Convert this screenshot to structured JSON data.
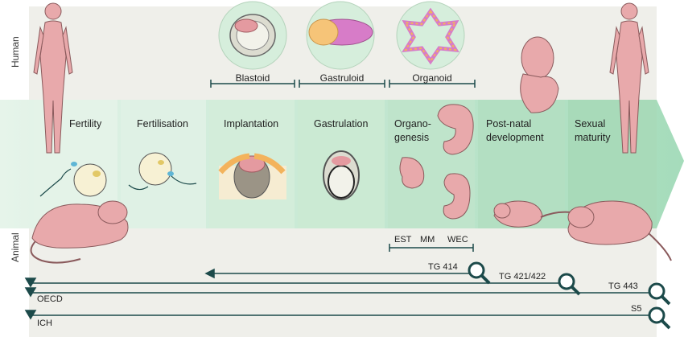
{
  "side_labels": {
    "human": "Human",
    "animal": "Animal"
  },
  "colors": {
    "background": "#efefea",
    "stage_light": "#e3f2e8",
    "stage_dark": "#9fd8b4",
    "figure_pink": "#e8a9ab",
    "figure_outline": "#8a5a5c",
    "line_teal": "#1c4a4a"
  },
  "stages": [
    {
      "id": "fertility",
      "label": "Fertility"
    },
    {
      "id": "fertilisation",
      "label": "Fertilisation"
    },
    {
      "id": "implantation",
      "label": "Implantation"
    },
    {
      "id": "gastrulation",
      "label": "Gastrulation"
    },
    {
      "id": "organogenesis",
      "label": "Organo-\ngenesis"
    },
    {
      "id": "postnatal",
      "label": "Post-natal\ndevelopment"
    },
    {
      "id": "maturity",
      "label": "Sexual\nmaturity"
    }
  ],
  "organoid_models": [
    {
      "id": "blastoid",
      "label": "Blastoid"
    },
    {
      "id": "gastruloid",
      "label": "Gastruloid"
    },
    {
      "id": "organoid",
      "label": "Organoid"
    }
  ],
  "alt_assays": [
    "EST",
    "MM",
    "WEC"
  ],
  "guidelines": [
    {
      "id": "tg414",
      "label": "TG 414"
    },
    {
      "id": "tg421",
      "label": "TG 421/422"
    },
    {
      "id": "tg443",
      "label": "TG 443"
    },
    {
      "id": "s5",
      "label": "S5"
    }
  ],
  "frameworks": [
    {
      "id": "oecd",
      "label": "OECD"
    },
    {
      "id": "ich",
      "label": "ICH"
    }
  ],
  "icons": {
    "search": "magnifier-icon",
    "human": "human-silhouette-icon",
    "rat": "rat-icon",
    "embryo": "embryo-icon"
  }
}
